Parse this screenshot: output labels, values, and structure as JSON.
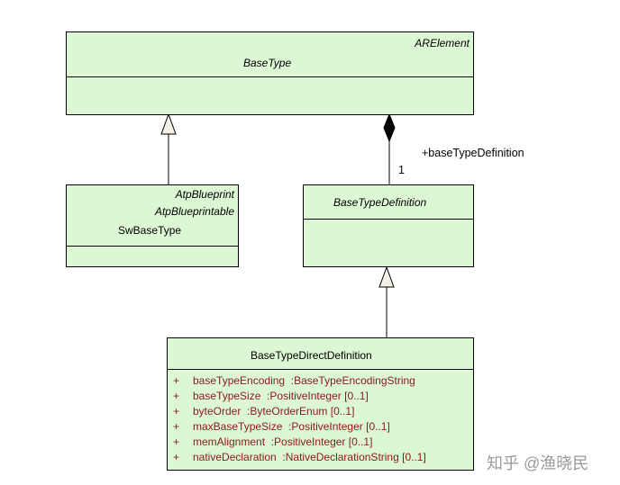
{
  "classes": {
    "base_type": {
      "stereotype": "ARElement",
      "name": "BaseType"
    },
    "sw_base_type": {
      "stereotype_1": "AtpBlueprint",
      "stereotype_2": "AtpBlueprintable",
      "name": "SwBaseType"
    },
    "base_type_definition": {
      "name": "BaseTypeDefinition"
    },
    "base_type_direct_definition": {
      "name": "BaseTypeDirectDefinition",
      "attributes": [
        {
          "visibility": "+",
          "name": "baseTypeEncoding",
          "type": ":BaseTypeEncodingString"
        },
        {
          "visibility": "+",
          "name": "baseTypeSize",
          "type": ":PositiveInteger [0..1]"
        },
        {
          "visibility": "+",
          "name": "byteOrder",
          "type": ":ByteOrderEnum [0..1]"
        },
        {
          "visibility": "+",
          "name": "maxBaseTypeSize",
          "type": ":PositiveInteger [0..1]"
        },
        {
          "visibility": "+",
          "name": "memAlignment",
          "type": ":PositiveInteger [0..1]"
        },
        {
          "visibility": "+",
          "name": "nativeDeclaration",
          "type": ":NativeDeclarationString [0..1]"
        }
      ]
    }
  },
  "associations": {
    "composition": {
      "role": "+baseTypeDefinition",
      "multiplicity": "1"
    }
  },
  "watermark": "知乎 @渔晓民",
  "colors": {
    "class_fill": "#dcf7d4",
    "attribute_text": "#8a1a1a",
    "arrowhead_fill": "#f5f0e6"
  }
}
